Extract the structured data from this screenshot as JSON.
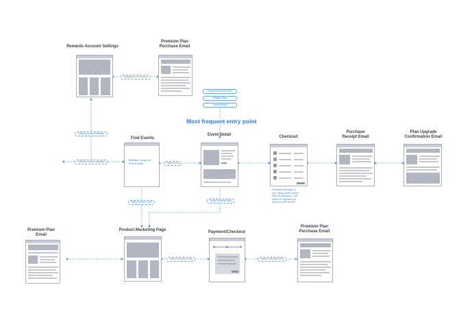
{
  "nodes": {
    "rewards_account_settings": "Rewards Account Settings",
    "premium_plan_purchase_email_top": "Premium Plan\nPurchase Email",
    "find_events": "Find Events",
    "event_detail": "Event Detail",
    "checkout": "Checkout",
    "purchase_receipt_email": "Purchase\nReceipt Email",
    "plan_upgrade_confirmation_email": "Plan Upgrade\nConfirmation Email",
    "premium_plan_email": "Premium Plan\nEmail",
    "product_marketing_page": "Product Marketing Page",
    "payment_checkout": "Payment/Checkout",
    "premium_plan_purchase_email_bottom": "Premium Plan\nPurchase Email"
  },
  "entry_points": [
    "Search for Event SEO",
    "Affiliate Sites",
    "Social Media"
  ],
  "headline": "Most frequent entry point",
  "edge_labels": {
    "upgrades_to_premium": "Upgrades to Premium",
    "clicks_account_settings": "Clicks Account Settings",
    "member_enters_website": "Member Enters Website",
    "clicks_event": "Clicks Event",
    "clicks_promo_card": "Clicks Promo Card",
    "clicks_rewards_box": "Clicks Rewards Box",
    "select_premium_plan_left": "Select Premium Plan",
    "select_premium_plan_right": "Select Premium Plan"
  },
  "frame_text": {
    "find_events_note": "Member Lands on\nFind Events",
    "checkout_note": "Rewards Message on\nhow many points earned\nwith the purchase + the\noption to upgrade to a\npremium plan for $12"
  },
  "colors": {
    "accent": "#3b82d6",
    "frame_border": "#a8aeba",
    "placeholder": "#b9bec8"
  }
}
